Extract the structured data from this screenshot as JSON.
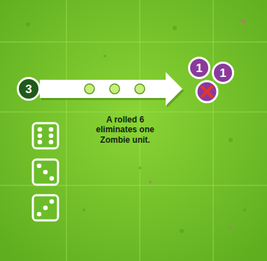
{
  "diagram": {
    "nodes": [
      {
        "text": [
          "3"
        ]
      },
      {
        "text": [
          "1"
        ]
      },
      {
        "text": [
          "1"
        ]
      }
    ],
    "edges": [
      {
        "from": 0,
        "to": 1,
        "arrow": "to"
      }
    ],
    "labels": [
      "A rolled 6 eliminates one Zombie unit."
    ]
  }
}
